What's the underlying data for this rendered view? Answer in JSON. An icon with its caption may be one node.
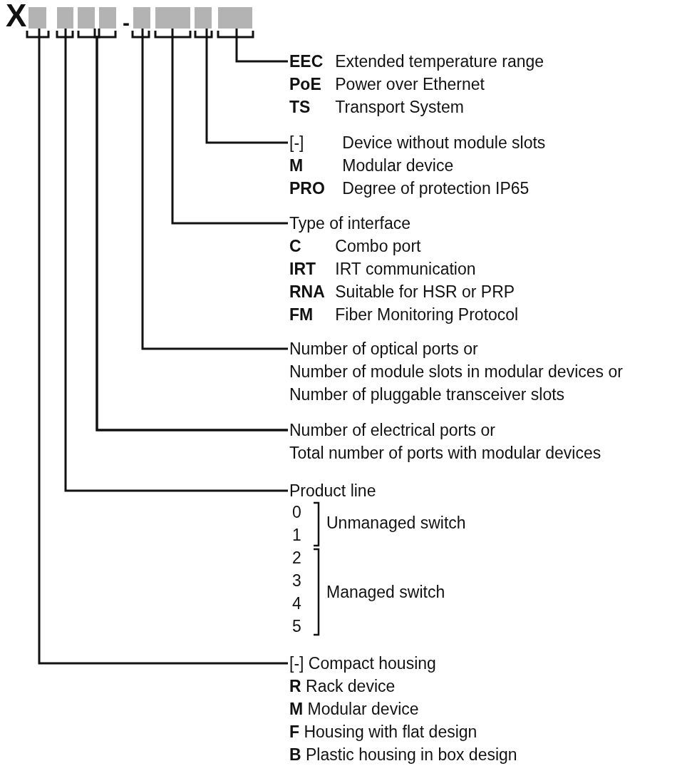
{
  "diagram": {
    "nodes": [
      {
        "text": [],
        "shape": "box"
      },
      {
        "text": [],
        "shape": "box"
      },
      {
        "text": [],
        "shape": "box"
      },
      {
        "text": [],
        "shape": "box"
      },
      {
        "text": [],
        "shape": "box"
      },
      {
        "text": [],
        "shape": "box"
      },
      {
        "text": [],
        "shape": "box"
      },
      {
        "text": [],
        "shape": "box"
      },
      {
        "text": [
          "**EEC** Extended temperature range",
          "**PoE** Power over Ethernet",
          "**TS** Transport System"
        ]
      },
      {
        "text": [
          "[-] Device without module slots",
          "**M** Modular device",
          "**PRO** Degree of protection IP65"
        ]
      },
      {
        "text": [
          "Type of interface",
          "**C** Combo port",
          "**IRT** IRT communication",
          "**RNA** Suitable for HSR or PRP",
          "**FM** Fiber Monitoring Protocol"
        ]
      },
      {
        "text": [
          "Number of optical ports or",
          "Number of module slots in modular devices or",
          "Number of pluggable transceiver slots"
        ]
      },
      {
        "text": [
          "Number of electrical ports or",
          "Total number of ports with modular devices"
        ]
      },
      {
        "text": [
          "Product line"
        ]
      },
      {
        "text": [
          "[-] Compact housing",
          "**R** Rack device",
          "**M** Modular device",
          "**F** Housing with flat design",
          "**B** Plastic housing in box design"
        ]
      }
    ],
    "edges": [
      {
        "from": 7,
        "to": 8,
        "arrow": "none"
      },
      {
        "from": 6,
        "to": 9,
        "arrow": "none"
      },
      {
        "from": 5,
        "to": 10,
        "arrow": "none"
      },
      {
        "from": 4,
        "to": 11,
        "arrow": "none"
      },
      {
        "from": 3,
        "to": 12,
        "arrow": "none"
      },
      {
        "from": 2,
        "to": 12,
        "arrow": "none"
      },
      {
        "from": 1,
        "to": 13,
        "arrow": "none"
      },
      {
        "from": 0,
        "to": 14,
        "arrow": "none"
      }
    ],
    "labels": [
      "X",
      "-",
      "0",
      "1",
      "Unmanaged switch",
      "2",
      "3",
      "4",
      "5",
      "Managed switch"
    ]
  }
}
